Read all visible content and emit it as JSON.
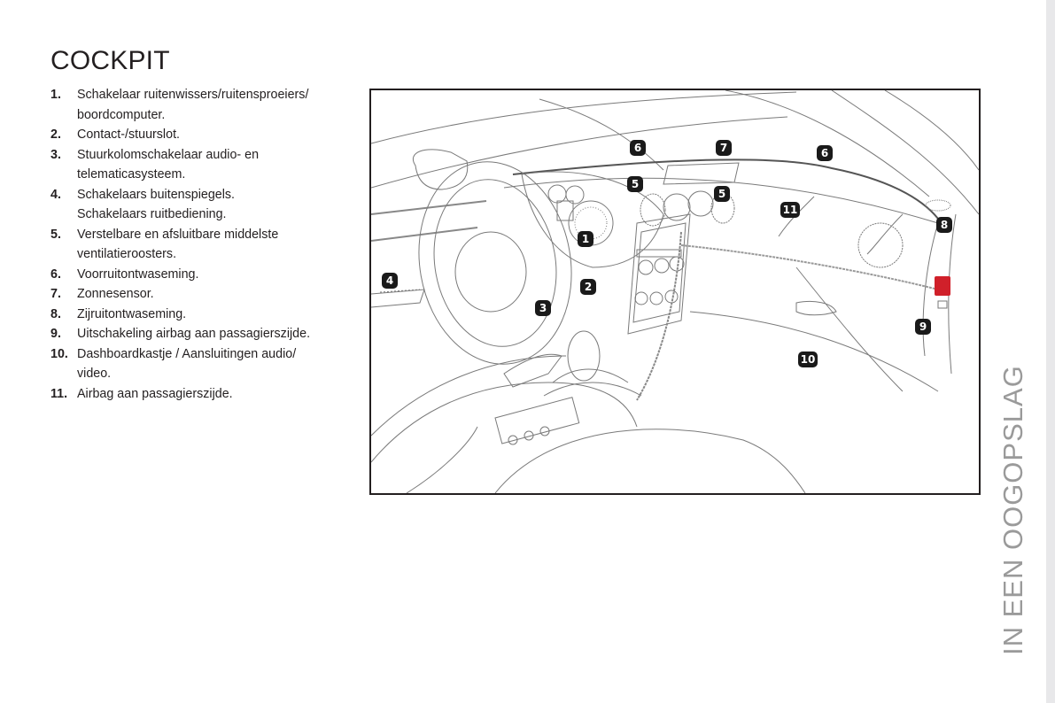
{
  "page": {
    "title": "COCKPIT",
    "section_tab": "IN EEN OOGOPSLAG"
  },
  "items": [
    {
      "num": "1.",
      "lines": [
        "Schakelaar ruitenwissers/ruitensproeiers/",
        "boordcomputer."
      ]
    },
    {
      "num": "2.",
      "lines": [
        "Contact-/stuurslot."
      ]
    },
    {
      "num": "3.",
      "lines": [
        "Stuurkolomschakelaar audio- en",
        "telematicasysteem."
      ]
    },
    {
      "num": "4.",
      "lines": [
        "Schakelaars buitenspiegels.",
        "Schakelaars ruitbediening."
      ]
    },
    {
      "num": "5.",
      "lines": [
        "Verstelbare en afsluitbare middelste",
        "ventilatieroosters."
      ]
    },
    {
      "num": "6.",
      "lines": [
        "Voorruitontwaseming."
      ]
    },
    {
      "num": "7.",
      "lines": [
        "Zonnesensor."
      ]
    },
    {
      "num": "8.",
      "lines": [
        "Zijruitontwaseming."
      ]
    },
    {
      "num": "9.",
      "lines": [
        "Uitschakeling airbag aan passagierszijde."
      ]
    },
    {
      "num": "10.",
      "lines": [
        "Dashboardkastje / Aansluitingen audio/",
        "video."
      ]
    },
    {
      "num": "11.",
      "lines": [
        "Airbag aan passagierszijde."
      ]
    }
  ],
  "figure": {
    "description": "Cockpit line illustration",
    "callouts": [
      "1",
      "2",
      "3",
      "4",
      "5",
      "5",
      "6",
      "6",
      "7",
      "8",
      "9",
      "10",
      "11"
    ],
    "colors": {
      "line": "#6b6b6b",
      "callout": "#1a1a1a",
      "airbag_switch": "#d0202a"
    }
  }
}
